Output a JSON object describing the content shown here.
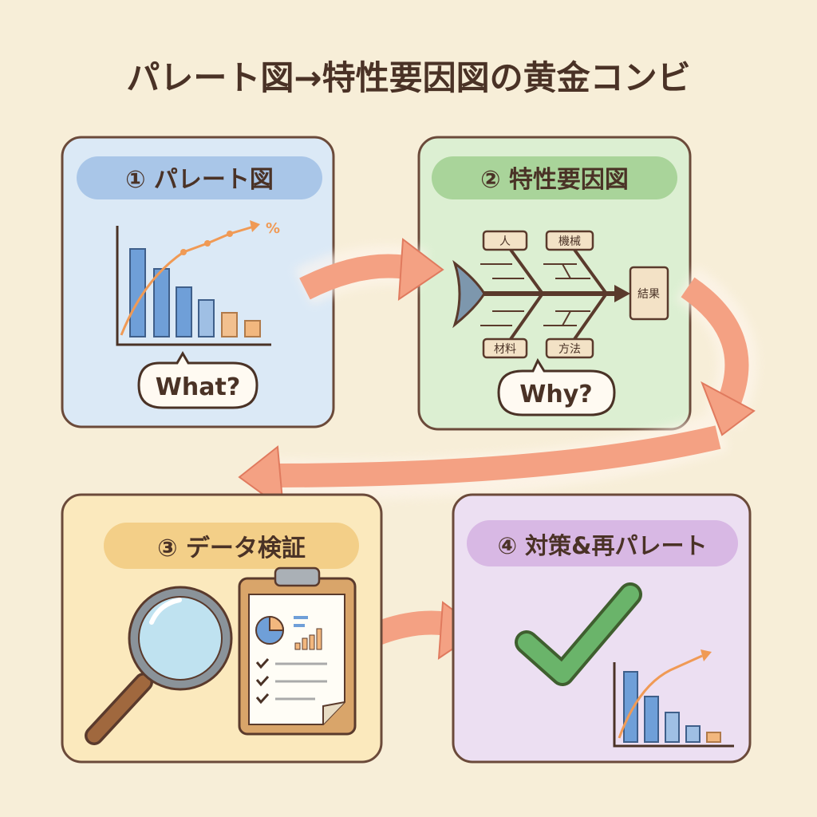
{
  "title": "パレート図→特性要因図の黄金コンビ",
  "panels": [
    {
      "label": "① パレート図",
      "bubble": "What?",
      "curve_unit": "%",
      "color": "#dbe9f6",
      "header_color": "#a9c6e8"
    },
    {
      "label": "② 特性要因図",
      "bubble": "Why?",
      "color": "#dcefd2",
      "header_color": "#a9d49a",
      "fishbone": {
        "causes": [
          "人",
          "機械",
          "材料",
          "方法"
        ],
        "effect": "結果"
      }
    },
    {
      "label": "③ データ検証",
      "color": "#fbe9bd",
      "header_color": "#f3cf88"
    },
    {
      "label": "④ 対策&再パレート",
      "color": "#ecdff2",
      "header_color": "#d8b8e4"
    }
  ],
  "colors": {
    "arrow": "#f4a183",
    "border": "#6b4a3a",
    "bar_blue": "#6f9fd8",
    "bar_orange": "#f2b77e",
    "check": "#6ab46a"
  }
}
